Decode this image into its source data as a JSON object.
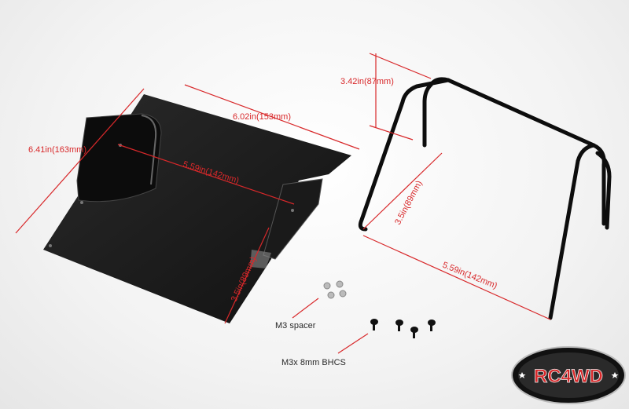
{
  "dimensions": {
    "plate_length": "6.41in(163mm)",
    "plate_width": "6.02in(153mm)",
    "plate_hole_spacing": "5.59in(142mm)",
    "plate_bracket_height": "3.5in(89mm)",
    "cage_height": "3.42in(87mm)",
    "cage_depth": "3.5in(89mm)",
    "cage_width": "5.59in(142mm)"
  },
  "parts": {
    "spacer_label": "M3 spacer",
    "screw_label": "M3x 8mm BHCS"
  },
  "logo": {
    "text": "RC4WD"
  },
  "colors": {
    "annotation": "#d8282a",
    "part": "#0d0d0d",
    "background": "#f4f4f4"
  }
}
